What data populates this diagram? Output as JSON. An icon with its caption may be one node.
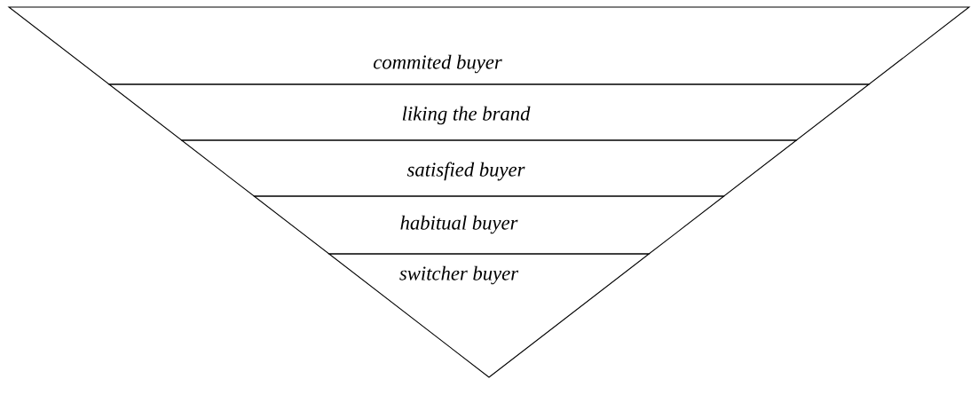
{
  "diagram": {
    "nodes": [
      {
        "text": [
          "commited buyer"
        ]
      },
      {
        "text": [
          "liking the brand"
        ]
      },
      {
        "text": [
          "satisfied buyer"
        ]
      },
      {
        "text": [
          "habitual buyer"
        ]
      },
      {
        "text": [
          "switcher buyer"
        ]
      }
    ]
  }
}
